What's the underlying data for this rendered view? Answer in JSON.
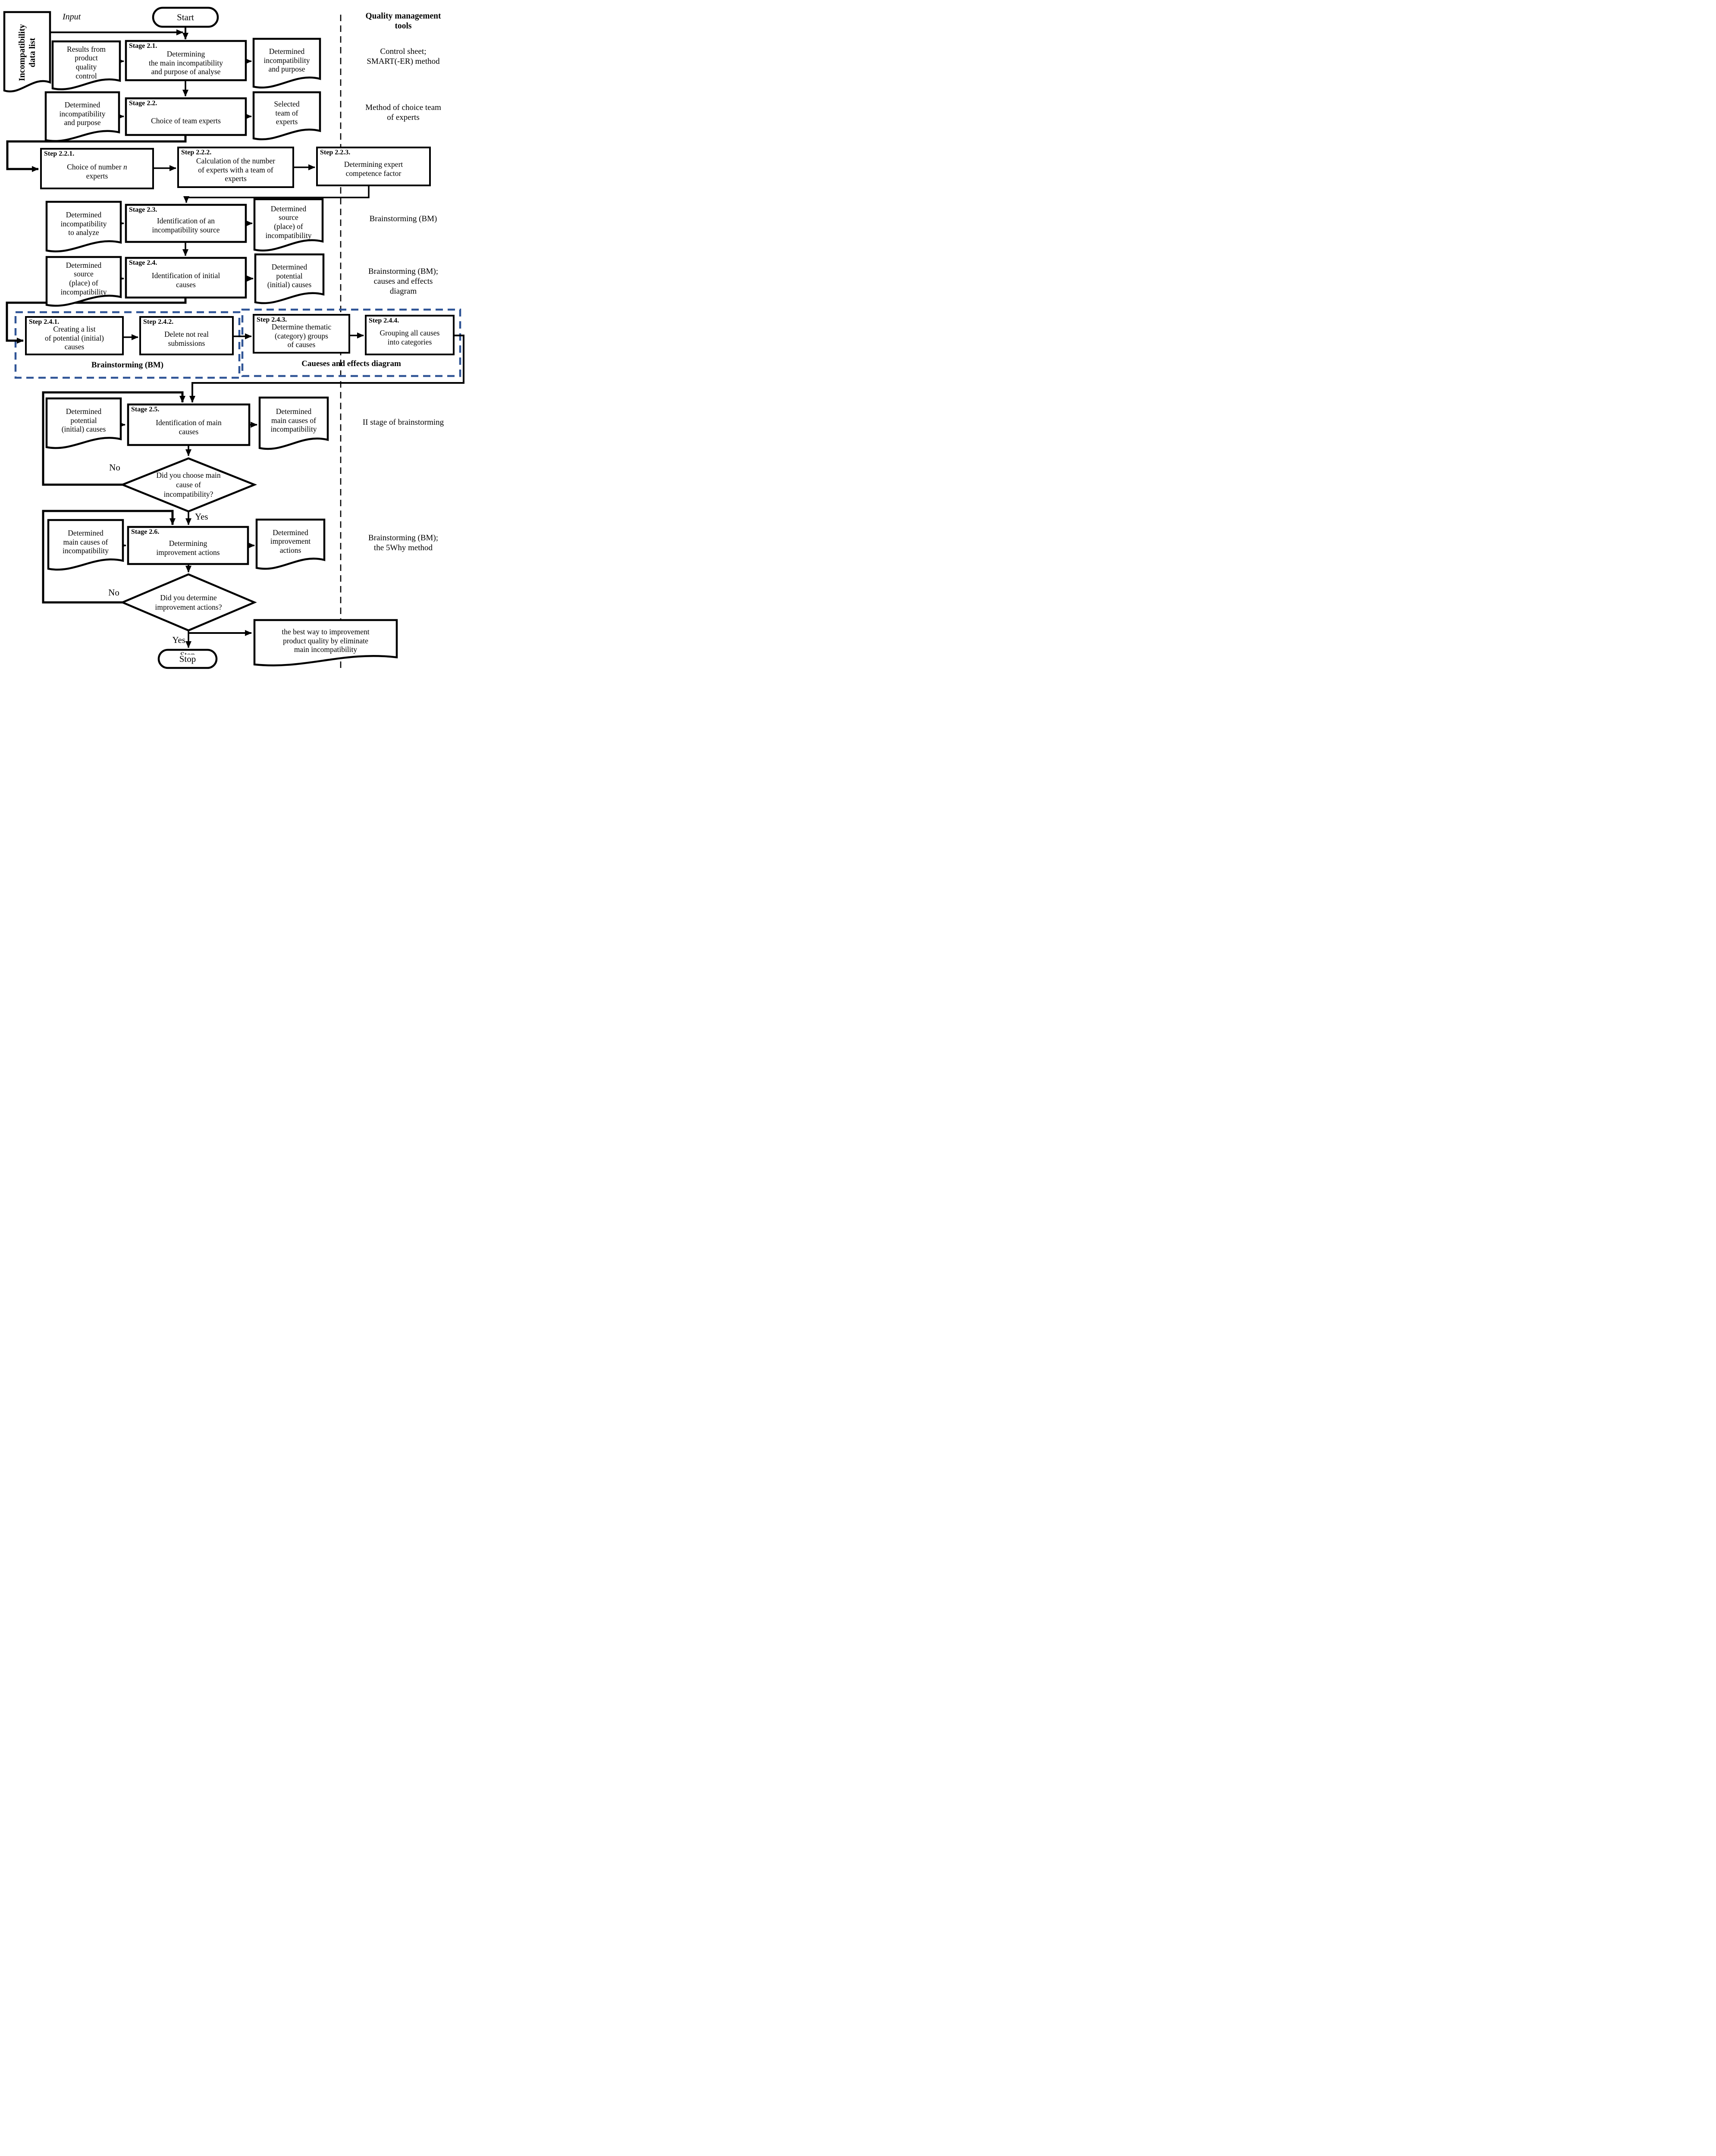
{
  "page": {
    "input_label": "Input"
  },
  "header": {
    "tools_title": "Quality management\ntools"
  },
  "terminators": {
    "start": "Start",
    "stop": "Stop",
    "stop_clipped": "Stop"
  },
  "stages": {
    "s21": {
      "tag": "Stage 2.1.",
      "body": "Determining\nthe main incompatibility\nand purpose of analyse"
    },
    "s22": {
      "tag": "Stage 2.2.",
      "body": "Choice of team experts"
    },
    "s23": {
      "tag": "Stage 2.3.",
      "body": "Identification of an\nincompatibility source"
    },
    "s24": {
      "tag": "Stage 2.4.",
      "body": "Identification of initial\ncauses"
    },
    "s25": {
      "tag": "Stage 2.5.",
      "body": "Identification of main\ncauses"
    },
    "s26": {
      "tag": "Stage 2.6.",
      "body": "Determining\nimprovement actions"
    }
  },
  "steps": {
    "s221": {
      "tag": "Step 2.2.1.",
      "body_pre": "Choice of number ",
      "body_italic": "n",
      "body_post": "\nexperts"
    },
    "s222": {
      "tag": "Step 2.2.2.",
      "body": "Calculation of the number\nof experts with a team of\nexperts"
    },
    "s223": {
      "tag": "Step 2.2.3.",
      "body": "Determining expert\ncompetence factor"
    },
    "s241": {
      "tag": "Step 2.4.1.",
      "body": "Creating a list\nof potential (initial)\ncauses"
    },
    "s242": {
      "tag": "Step 2.4.2.",
      "body": "Delete not real\nsubmissions"
    },
    "s243": {
      "tag": "Step 2.4.3.",
      "body": "Determine thematic\n(category) groups\nof causes"
    },
    "s244": {
      "tag": "Step 2.4.4.",
      "body": "Grouping all causes\ninto categories"
    }
  },
  "groups": {
    "bm": "Brainstorming (BM)",
    "ce": "Caueses and effects diagram"
  },
  "docs": {
    "input_list": "Incompatibility\ndata list",
    "results": "Results from\nproduct\nquality\ncontrol",
    "det_incomp_purpose_out": "Determined\nincompatibility\nand purpose",
    "det_incomp_purpose_in": "Determined\nincompatibility\nand purpose",
    "selected_team": "Selected\nteam of\nexperts",
    "det_incomp_analyze": "Determined\nincompatibility\nto analyze",
    "det_source_out": "Determined\nsource\n(place) of\nincompatibility",
    "det_source_in": "Determined\nsource\n(place) of\nincompatibility",
    "det_potential_out": "Determined\npotential\n(initial) causes",
    "det_potential_in": "Determined\npotential\n(initial) causes",
    "det_main_out": "Determined\nmain causes of\nincompatibility",
    "det_main_in": "Determined\nmain causes of\nincompatibility",
    "det_improvement": "Determined\nimprovement\nactions",
    "best_way": "the best way to improvement\nproduct quality by eliminate\nmain incompatibility"
  },
  "decisions": {
    "d1": {
      "question": "Did you choose main\ncause of\nincompatibility?",
      "no": "No",
      "yes": "Yes"
    },
    "d2": {
      "question": "Did you determine\nimprovement actions?",
      "no": "No",
      "yes": "Yes"
    }
  },
  "tools": {
    "t1": "Control sheet;\nSMART(-ER) method",
    "t2": "Method of choice team\nof experts",
    "t3": "Brainstorming (BM)",
    "t4": "Brainstorming (BM);\ncauses and effects\ndiagram",
    "t5": "II stage of brainstorming",
    "t6": "Brainstorming (BM);\nthe 5Why method"
  },
  "colors": {
    "group_dash": "#2F5496",
    "line": "#000000"
  }
}
